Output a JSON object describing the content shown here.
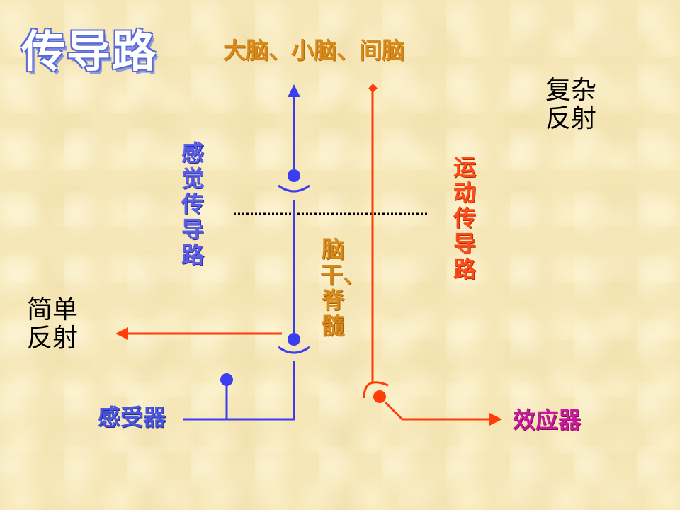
{
  "title": "传导路",
  "top_label": "大脑、小脑、间脑",
  "complex_reflex": "复杂反射",
  "simple_reflex": "简单反射",
  "sensory_pathway": "感觉传导路",
  "motor_pathway": "运动传导路",
  "brainstem_spinal": "脑干、脊髓",
  "receptor": "感受器",
  "effector": "效应器",
  "colors": {
    "sensory": "#3a3ef0",
    "motor": "#ff3c0a",
    "boundary": "#000000"
  }
}
